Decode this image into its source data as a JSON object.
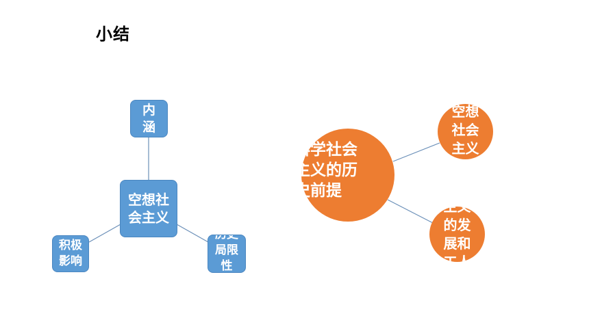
{
  "title": "小结",
  "left_map": {
    "center": "空想社会主义",
    "top": "内涵",
    "left": "积极影响",
    "right": "历史局限性"
  },
  "right_map": {
    "center": "科学社会主义的历史前提",
    "top": "空想社会主义",
    "bottom": "资本主义的发展和工人运动"
  },
  "colors": {
    "blue": "#5B9BD5",
    "orange": "#ED7D31",
    "line": "#6A8FB8"
  }
}
